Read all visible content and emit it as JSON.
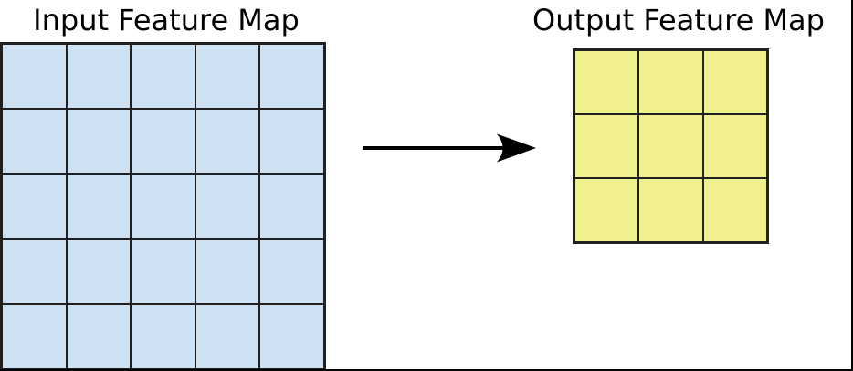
{
  "figure": {
    "background": "#ffffff",
    "frame_color": "#000000"
  },
  "input_map": {
    "title": "Input Feature Map",
    "rows": 5,
    "cols": 5,
    "cell_fill": "#cee1f2",
    "line_color": "#202020"
  },
  "output_map": {
    "title": "Output Feature Map",
    "rows": 3,
    "cols": 3,
    "cell_fill": "#f0f18e",
    "line_color": "#202020"
  },
  "arrow": {
    "icon": "right-arrow",
    "color": "#000000"
  }
}
